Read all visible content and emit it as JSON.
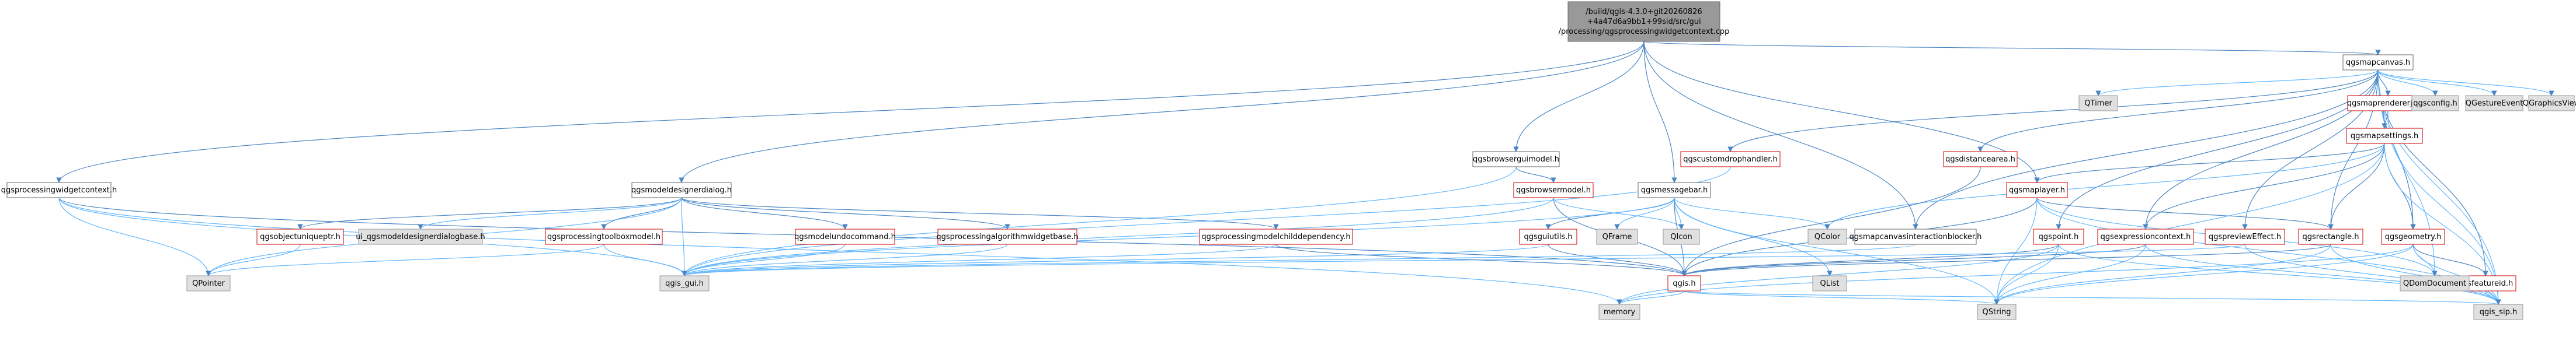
{
  "colors": {
    "root_fill": "#999999",
    "default_fill": "#ffffff",
    "default_stroke": "#666666",
    "red_stroke": "#cc0000",
    "external_fill": "#e0e0e0",
    "external_stroke": "#999999",
    "edge_blue": "#63b8ff",
    "edge_blue_dark": "#4b86c4",
    "edge_green": "#6ba654",
    "edge_gray": "#888888"
  },
  "nodes": [
    {
      "id": "root",
      "kind": "root",
      "lines": [
        "/build/qgis-4.3.0+git20260826",
        "+4a47d6a9bb1+99sid/src/gui",
        "/processing/qgsprocessingwidgetcontext.cpp"
      ]
    },
    {
      "id": "qgsprocessingwidgetcontext",
      "kind": "plain",
      "lines": [
        "qgsprocessingwidgetcontext.h"
      ]
    },
    {
      "id": "qgsmodeldesignerdialog",
      "kind": "plain",
      "lines": [
        "qgsmodeldesignerdialog.h"
      ]
    },
    {
      "id": "qgsbrowserguimodel",
      "kind": "plain",
      "lines": [
        "qgsbrowserguimodel.h"
      ]
    },
    {
      "id": "qgsmessagebar",
      "kind": "plain",
      "lines": [
        "qgsmessagebar.h"
      ]
    },
    {
      "id": "qgsmapcanvas",
      "kind": "plain",
      "lines": [
        "qgsmapcanvas.h"
      ]
    },
    {
      "id": "qgsmapcanvasinteractionblocker",
      "kind": "plain",
      "lines": [
        "qgsmapcanvasinteractionblocker.h"
      ]
    },
    {
      "id": "qgsbrowsermodel",
      "kind": "red",
      "lines": [
        "qgsbrowsermodel.h"
      ]
    },
    {
      "id": "qgscustomdrophandler",
      "kind": "red",
      "lines": [
        "qgscustomdrophandler.h"
      ]
    },
    {
      "id": "qgsdistancearea",
      "kind": "red",
      "lines": [
        "qgsdistancearea.h"
      ]
    },
    {
      "id": "qgsmaprendererjob",
      "kind": "red",
      "lines": [
        "qgsmaprendererjob.h"
      ]
    },
    {
      "id": "qgsmapsettings",
      "kind": "red",
      "lines": [
        "qgsmapsettings.h"
      ]
    },
    {
      "id": "qgsmaplayer",
      "kind": "red",
      "lines": [
        "qgsmaplayer.h"
      ]
    },
    {
      "id": "qgsobjectuniqueptr",
      "kind": "red",
      "lines": [
        "qgsobjectuniqueptr.h"
      ]
    },
    {
      "id": "ui_qgsmodeldesignerdialogbase",
      "kind": "external",
      "lines": [
        "ui_qgsmodeldesignerdialogbase.h"
      ]
    },
    {
      "id": "qgsprocessingtoolboxmodel",
      "kind": "red",
      "lines": [
        "qgsprocessingtoolboxmodel.h"
      ]
    },
    {
      "id": "qgsmodelundocommand",
      "kind": "red",
      "lines": [
        "qgsmodelundocommand.h"
      ]
    },
    {
      "id": "qgsprocessingalgorithmwidgetbase",
      "kind": "red",
      "lines": [
        "qgsprocessingalgorithmwidgetbase.h"
      ]
    },
    {
      "id": "qgsprocessingmodelchilddependency",
      "kind": "red",
      "lines": [
        "qgsprocessingmodelchilddependency.h"
      ]
    },
    {
      "id": "qgsguiutils",
      "kind": "red",
      "lines": [
        "qgsguiutils.h"
      ]
    },
    {
      "id": "QFrame",
      "kind": "external",
      "lines": [
        "QFrame"
      ]
    },
    {
      "id": "QIcon",
      "kind": "external",
      "lines": [
        "QIcon"
      ]
    },
    {
      "id": "QColor",
      "kind": "external",
      "lines": [
        "QColor"
      ]
    },
    {
      "id": "qgspoint",
      "kind": "red",
      "lines": [
        "qgspoint.h"
      ]
    },
    {
      "id": "qgsexpressioncontext",
      "kind": "red",
      "lines": [
        "qgsexpressioncontext.h"
      ]
    },
    {
      "id": "qgspreviewEffect",
      "kind": "red",
      "lines": [
        "qgspreviewEffect.h"
      ]
    },
    {
      "id": "qgsrectangle",
      "kind": "red",
      "lines": [
        "qgsrectangle.h"
      ]
    },
    {
      "id": "qgsgeometry",
      "kind": "red",
      "lines": [
        "qgsgeometry.h"
      ]
    },
    {
      "id": "qgsfeatureid",
      "kind": "red",
      "lines": [
        "qgsfeatureid.h"
      ]
    },
    {
      "id": "QTimer",
      "kind": "external",
      "lines": [
        "QTimer"
      ]
    },
    {
      "id": "qgsconfig",
      "kind": "external",
      "lines": [
        "qgsconfig.h"
      ]
    },
    {
      "id": "QGestureEvent",
      "kind": "external",
      "lines": [
        "QGestureEvent"
      ]
    },
    {
      "id": "QGraphicsView",
      "kind": "external",
      "lines": [
        "QGraphicsView"
      ]
    },
    {
      "id": "QPointer",
      "kind": "external",
      "lines": [
        "QPointer"
      ]
    },
    {
      "id": "qgis_gui",
      "kind": "external",
      "lines": [
        "qgis_gui.h"
      ]
    },
    {
      "id": "qgis",
      "kind": "red",
      "lines": [
        "qgis.h"
      ]
    },
    {
      "id": "QList",
      "kind": "external",
      "lines": [
        "QList"
      ]
    },
    {
      "id": "memory",
      "kind": "external",
      "lines": [
        "memory"
      ]
    },
    {
      "id": "QString",
      "kind": "external",
      "lines": [
        "QString"
      ]
    },
    {
      "id": "qgis_sip",
      "kind": "external",
      "lines": [
        "qgis_sip.h"
      ]
    },
    {
      "id": "QDomDocument",
      "kind": "external",
      "lines": [
        "QDomDocument"
      ]
    }
  ],
  "edges": [
    [
      "root",
      "qgsprocessingwidgetcontext"
    ],
    [
      "root",
      "qgsmodeldesignerdialog"
    ],
    [
      "root",
      "qgsbrowserguimodel"
    ],
    [
      "root",
      "qgsmessagebar"
    ],
    [
      "root",
      "qgsmapcanvas"
    ],
    [
      "root",
      "qgsmapcanvasinteractionblocker"
    ],
    [
      "root",
      "qgsmaplayer"
    ],
    [
      "qgsprocessingwidgetcontext",
      "QPointer"
    ],
    [
      "qgsprocessingwidgetcontext",
      "qgis_gui"
    ],
    [
      "qgsprocessingwidgetcontext",
      "qgis"
    ],
    [
      "qgsprocessingwidgetcontext",
      "memory"
    ],
    [
      "qgsmodeldesignerdialog",
      "qgsobjectuniqueptr"
    ],
    [
      "qgsmodeldesignerdialog",
      "ui_qgsmodeldesignerdialogbase"
    ],
    [
      "qgsmodeldesignerdialog",
      "qgsprocessingtoolboxmodel"
    ],
    [
      "qgsmodeldesignerdialog",
      "qgsmodelundocommand"
    ],
    [
      "qgsmodeldesignerdialog",
      "qgsprocessingalgorithmwidgetbase"
    ],
    [
      "qgsmodeldesignerdialog",
      "qgsprocessingmodelchilddependency"
    ],
    [
      "qgsmodeldesignerdialog",
      "qgis_gui"
    ],
    [
      "qgsmodeldesignerdialog",
      "QPointer"
    ],
    [
      "qgsbrowserguimodel",
      "qgsbrowsermodel"
    ],
    [
      "qgsbrowserguimodel",
      "qgis_gui"
    ],
    [
      "qgsbrowsermodel",
      "qgis"
    ],
    [
      "qgsbrowsermodel",
      "QIcon"
    ],
    [
      "qgsbrowsermodel",
      "qgis_gui"
    ],
    [
      "qgsmessagebar",
      "qgsguiutils"
    ],
    [
      "qgsmessagebar",
      "QFrame"
    ],
    [
      "qgsmessagebar",
      "QIcon"
    ],
    [
      "qgsmessagebar",
      "QColor"
    ],
    [
      "qgsmessagebar",
      "QList"
    ],
    [
      "qgsmessagebar",
      "qgis"
    ],
    [
      "qgsmessagebar",
      "qgis_gui"
    ],
    [
      "qgsmessagebar",
      "QString"
    ],
    [
      "qgsguiutils",
      "qgis_gui"
    ],
    [
      "qgsguiutils",
      "qgis"
    ],
    [
      "qgsmapcanvas",
      "QTimer"
    ],
    [
      "qgsmapcanvas",
      "qgsconfig"
    ],
    [
      "qgsmapcanvas",
      "QGestureEvent"
    ],
    [
      "qgsmapcanvas",
      "QGraphicsView"
    ],
    [
      "qgsmapcanvas",
      "qgsmaprendererjob"
    ],
    [
      "qgsmapcanvas",
      "qgsmapsettings"
    ],
    [
      "qgsmapcanvas",
      "qgsdistancearea"
    ],
    [
      "qgsmapcanvas",
      "qgscustomdrophandler"
    ],
    [
      "qgsmapcanvas",
      "qgspoint"
    ],
    [
      "qgsmapcanvas",
      "qgsexpressioncontext"
    ],
    [
      "qgsmapcanvas",
      "qgspreviewEffect"
    ],
    [
      "qgsmapcanvas",
      "qgsrectangle"
    ],
    [
      "qgsmapcanvas",
      "qgsgeometry"
    ],
    [
      "qgsmapcanvas",
      "qgsfeatureid"
    ],
    [
      "qgsmapcanvas",
      "qgis_sip"
    ],
    [
      "qgsmapcanvas",
      "qgsmapcanvasinteractionblocker"
    ],
    [
      "qgsmapcanvas",
      "QDomDocument"
    ],
    [
      "qgsmaprendererjob",
      "qgsmapsettings"
    ],
    [
      "qgsmaprendererjob",
      "qgis_sip"
    ],
    [
      "qgsmapsettings",
      "qgsmaplayer"
    ],
    [
      "qgsmapsettings",
      "qgsrectangle"
    ],
    [
      "qgsmapsettings",
      "qgsexpressioncontext"
    ],
    [
      "qgsmapsettings",
      "qgsgeometry"
    ],
    [
      "qgsmapsettings",
      "QColor"
    ],
    [
      "qgsmapsettings",
      "qgis_sip"
    ],
    [
      "qgsmapsettings",
      "QString"
    ],
    [
      "qgsmaplayer",
      "QString"
    ],
    [
      "qgsmaplayer",
      "qgis"
    ],
    [
      "qgsmaplayer",
      "qgis_sip"
    ],
    [
      "qgsmaplayer",
      "qgsrectangle"
    ],
    [
      "qgsmaplayer",
      "QDomDocument"
    ],
    [
      "qgscustomdrophandler",
      "qgis_gui"
    ],
    [
      "qgsdistancearea",
      "qgis"
    ],
    [
      "qgspoint",
      "qgis"
    ],
    [
      "qgspoint",
      "qgis_sip"
    ],
    [
      "qgspoint",
      "QString"
    ],
    [
      "qgspoint",
      "memory"
    ],
    [
      "qgsexpressioncontext",
      "qgis"
    ],
    [
      "qgsexpressioncontext",
      "QString"
    ],
    [
      "qgsexpressioncontext",
      "qgis_sip"
    ],
    [
      "qgspreviewEffect",
      "qgis_gui"
    ],
    [
      "qgspreviewEffect",
      "qgis_sip"
    ],
    [
      "qgsrectangle",
      "qgis"
    ],
    [
      "qgsrectangle",
      "qgis_sip"
    ],
    [
      "qgsrectangle",
      "QString"
    ],
    [
      "qgsgeometry",
      "QDomDocument"
    ],
    [
      "qgsgeometry",
      "qgis_sip"
    ],
    [
      "qgsgeometry",
      "QString"
    ],
    [
      "qgsgeometry",
      "memory"
    ],
    [
      "qgsgeometry",
      "qgsfeatureid"
    ],
    [
      "qgsfeatureid",
      "qgis_sip"
    ],
    [
      "qgsprocessingtoolboxmodel",
      "qgis_gui"
    ],
    [
      "qgsprocessingtoolboxmodel",
      "QPointer"
    ],
    [
      "qgsmodelundocommand",
      "qgis_gui"
    ],
    [
      "qgsprocessingalgorithmwidgetbase",
      "qgis_gui"
    ],
    [
      "qgsprocessingmodelchilddependency",
      "qgis"
    ],
    [
      "qgsprocessingmodelchilddependency",
      "qgis_gui"
    ],
    [
      "qgsobjectuniqueptr",
      "QPointer"
    ],
    [
      "qgsmapcanvasinteractionblocker",
      "qgis_gui"
    ],
    [
      "qgis",
      "QString"
    ],
    [
      "qgis",
      "memory"
    ],
    [
      "qgis",
      "qgis_sip"
    ]
  ]
}
